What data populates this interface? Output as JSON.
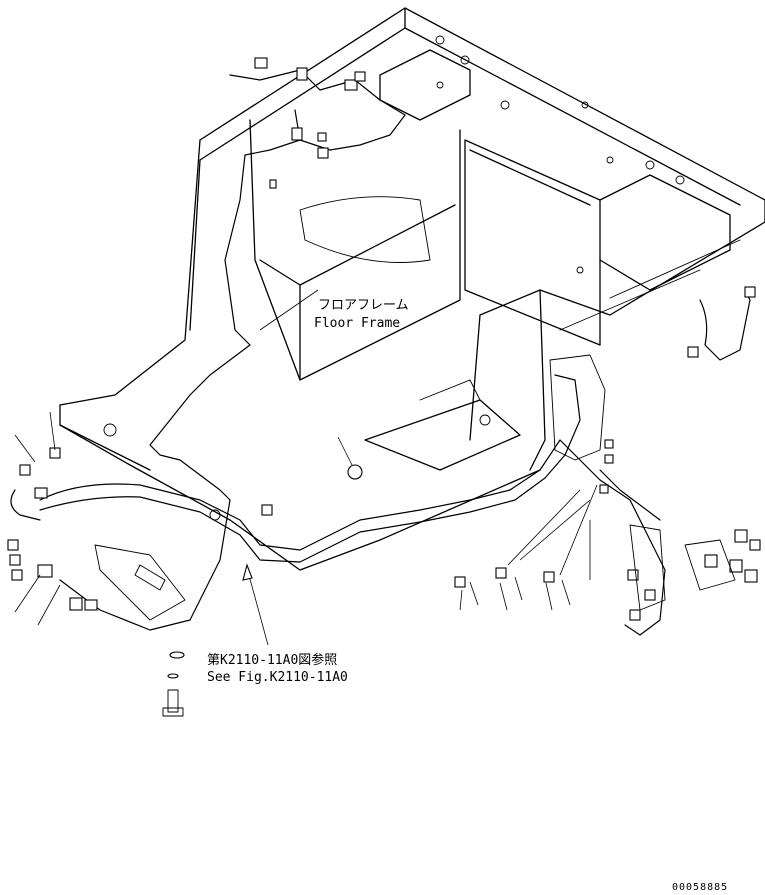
{
  "labels": {
    "floor_frame_jp": "フロアフレーム",
    "floor_frame_en": "Floor Frame",
    "see_fig_jp": "第K2110-11A0図参照",
    "see_fig_en": "See Fig.K2110-11A0",
    "drawing_number": "00058885"
  }
}
